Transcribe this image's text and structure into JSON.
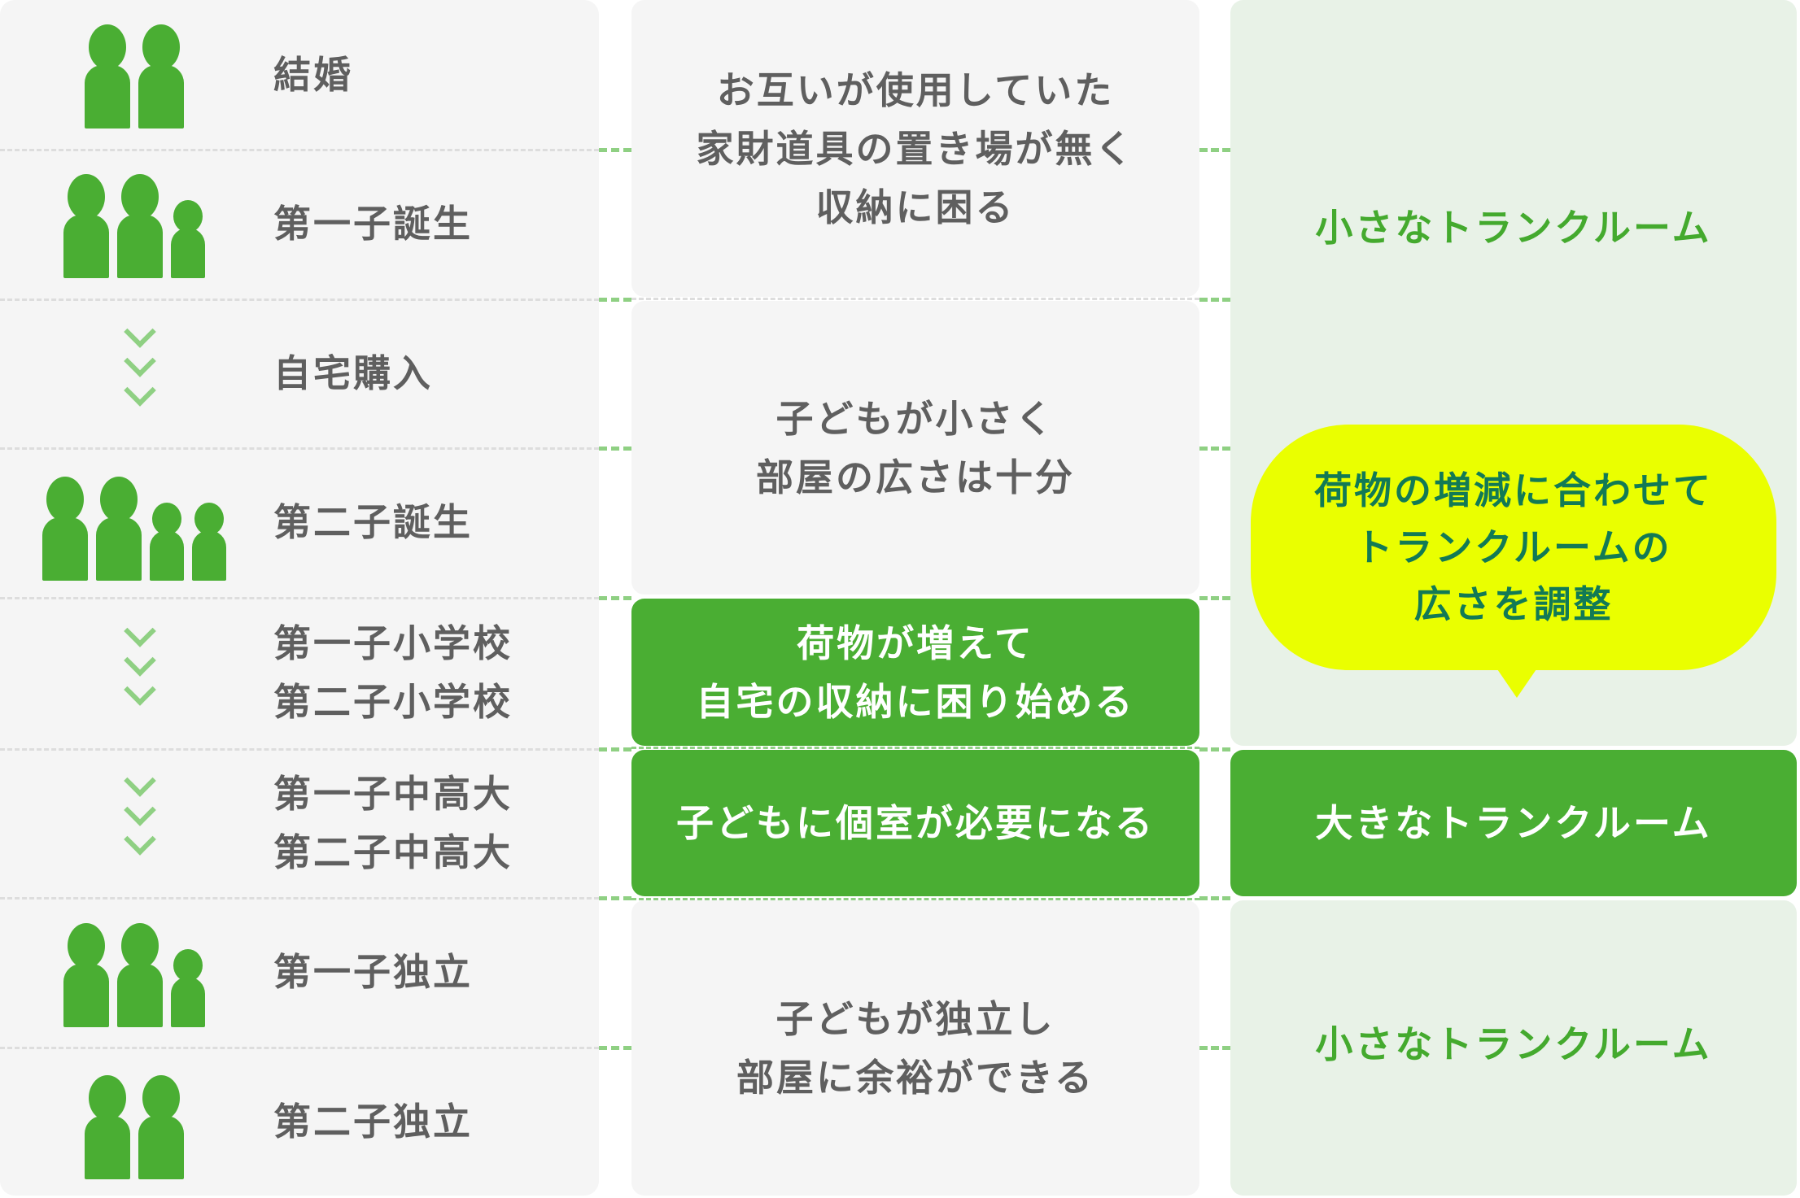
{
  "colors": {
    "green": "#4aae33",
    "light_green": "#8fd083",
    "panel_gray": "#f5f5f5",
    "panel_mint": "#e8f2e7",
    "text_gray": "#5f5f5f",
    "bubble_yellow": "#eaff00",
    "bubble_text": "#127a55"
  },
  "life_events": [
    {
      "label": "結婚",
      "icon": "two-people-icon"
    },
    {
      "label": "第一子誕生",
      "icon": "three-people-icon"
    },
    {
      "label": "自宅購入",
      "icon": "chevron-down-icon"
    },
    {
      "label": "第二子誕生",
      "icon": "four-people-icon"
    },
    {
      "label": "第一子小学校\n第二子小学校",
      "icon": "chevron-down-icon"
    },
    {
      "label": "第一子中高大\n第二子中高大",
      "icon": "chevron-down-icon"
    },
    {
      "label": "第一子独立",
      "icon": "three-people-icon"
    },
    {
      "label": "第二子独立",
      "icon": "two-people-icon"
    }
  ],
  "situations": [
    {
      "text": "お互いが使用していた\n家財道具の置き場が無く\n収納に困る",
      "style": "gray"
    },
    {
      "text": "子どもが小さく\n部屋の広さは十分",
      "style": "gray"
    },
    {
      "text": "荷物が増えて\n自宅の収納に困り始める",
      "style": "green"
    },
    {
      "text": "子どもに個室が必要になる",
      "style": "green"
    },
    {
      "text": "子どもが独立し\n部屋に余裕ができる",
      "style": "gray"
    }
  ],
  "recommendations": [
    {
      "text": "小さなトランクルーム",
      "style": "mint"
    },
    {
      "text": "大きなトランクルーム",
      "style": "green"
    },
    {
      "text": "小さなトランクルーム",
      "style": "mint"
    }
  ],
  "callout": {
    "text": "荷物の増減に合わせて\nトランクルームの\n広さを調整"
  }
}
